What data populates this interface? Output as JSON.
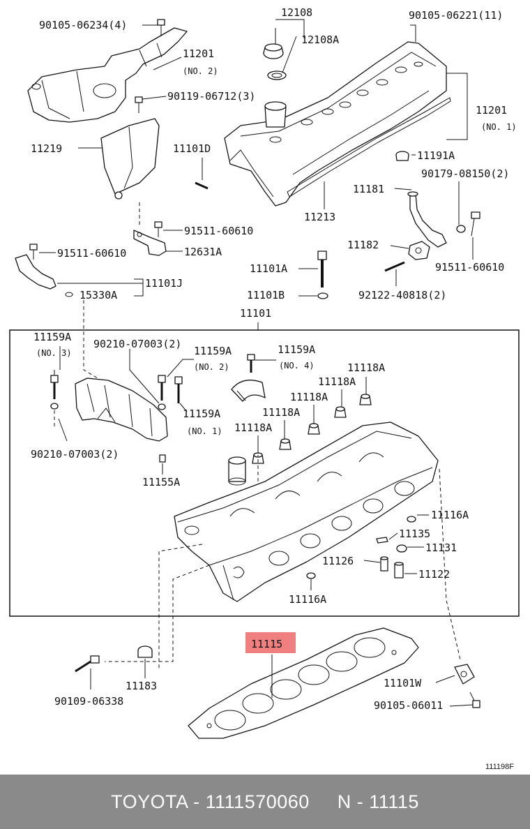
{
  "diagram": {
    "labels": {
      "p12108": "12108",
      "p12108a": "12108A",
      "p90105_06234": "90105-06234(4)",
      "p90105_06221": "90105-06221(11)",
      "p11201_no2": "11201",
      "p11201_no2_sub": "(NO. 2)",
      "p90119_06712": "90119-06712(3)",
      "p11201_no1": "11201",
      "p11201_no1_sub": "(NO. 1)",
      "p11219": "11219",
      "p11101d": "11101D",
      "p11191a": "11191A",
      "p90179_08150": "90179-08150(2)",
      "p11181": "11181",
      "p11213": "11213",
      "p91511_60610_a": "91511-60610",
      "p91511_60610_b": "91511-60610",
      "p12631a": "12631A",
      "p11182": "11182",
      "p91511_60610_c": "91511-60610",
      "p11101a": "11101A",
      "p11101j": "11101J",
      "p15330a": "15330A",
      "p11101b": "11101B",
      "p92122_40818": "92122-40818(2)",
      "p11101": "11101",
      "p11159a_no3": "11159A",
      "p11159a_no3_sub": "(NO. 3)",
      "p90210_07003_a": "90210-07003(2)",
      "p11159a_no2": "11159A",
      "p11159a_no2_sub": "(NO. 2)",
      "p11159a_no4": "11159A",
      "p11159a_no4_sub": "(NO. 4)",
      "p11118a_1": "11118A",
      "p11118a_2": "11118A",
      "p11118a_3": "11118A",
      "p11118a_4": "11118A",
      "p11118a_5": "11118A",
      "p11159a_no1": "11159A",
      "p11159a_no1_sub": "(NO. 1)",
      "p90210_07003_b": "90210-07003(2)",
      "p11155a": "11155A",
      "p11116a_1": "11116A",
      "p11135": "11135",
      "p11131": "11131",
      "p11126": "11126",
      "p11122": "11122",
      "p11116a_2": "11116A",
      "p11115": "11115",
      "p11183": "11183",
      "p11101w": "11101W",
      "p90109_06338": "90109-06338",
      "p90105_06011": "90105-06011"
    },
    "diagram_code": "111198F",
    "highlight_color": "#f08080"
  },
  "footer": {
    "text": "TOYOTA - 1111570060     N - 11115",
    "background": "#8a8a8a"
  }
}
